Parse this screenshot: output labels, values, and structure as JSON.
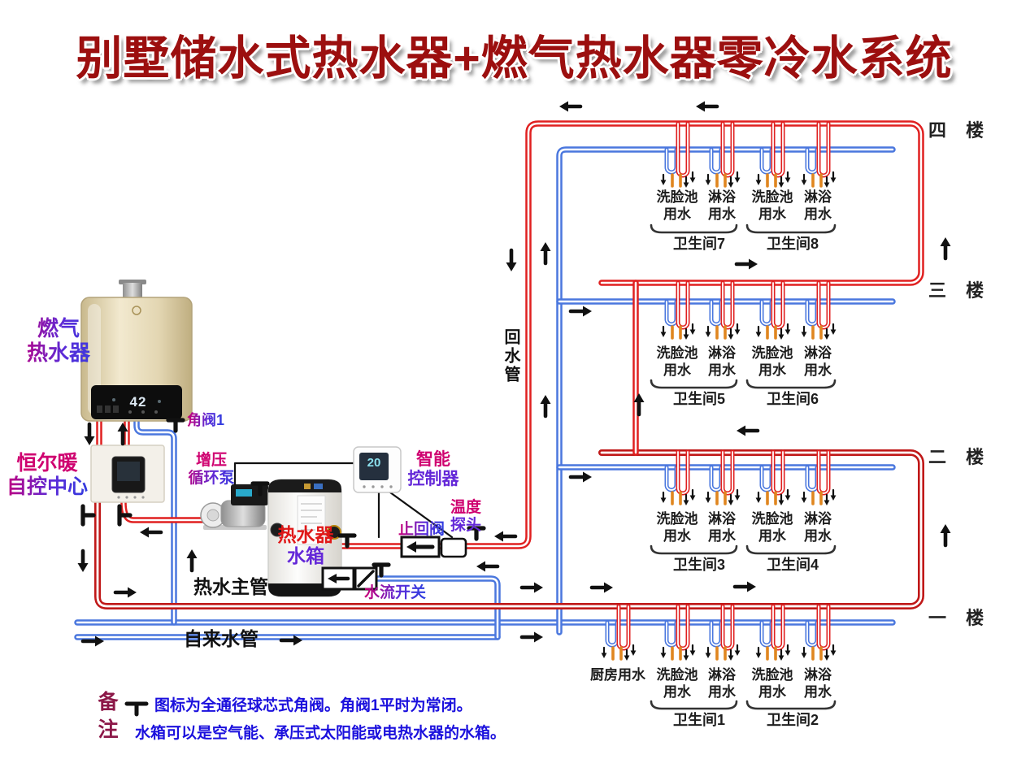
{
  "title": "别墅储水式热水器+燃气热水器零冷水系统",
  "colors": {
    "hot_pipe": "#e02020",
    "cold_pipe": "#4a77de",
    "branch_stub": "#e0861f",
    "label_gradient_start": "#c4007c",
    "label_gradient_end": "#2a3fe0",
    "note_blue": "#1b10dd",
    "remark_red": "#8c1848",
    "title_red": "#9c0f0f"
  },
  "labels": {
    "gas_heater": {
      "line1": "燃气",
      "line2": "热水器"
    },
    "control_center": {
      "line1": "恒尔暖",
      "line2": "自控中心"
    },
    "angle_valve": "角阀1",
    "booster_pump": {
      "line1": "增压",
      "line2": "循环泵"
    },
    "tank": {
      "line1": "热水器",
      "line2": "水箱"
    },
    "smart_controller": {
      "line1": "智能",
      "line2": "控制器"
    },
    "temp_probe": {
      "line1": "温度",
      "line2": "探头"
    },
    "check_valve": "止回阀",
    "flow_switch": "水流开关",
    "hot_main": "热水主管",
    "cold_main": "自来水管",
    "return_pipe": "回水管"
  },
  "displays": {
    "heater_temp": "42",
    "controller_temp": "20"
  },
  "floors": [
    {
      "name": "四 楼",
      "fixtures": [
        {
          "line1": "洗脸池",
          "line2": "用水"
        },
        {
          "line1": "淋浴",
          "line2": "用水"
        },
        {
          "line1": "洗脸池",
          "line2": "用水"
        },
        {
          "line1": "淋浴",
          "line2": "用水"
        }
      ],
      "bathrooms": [
        "卫生间7",
        "卫生间8"
      ]
    },
    {
      "name": "三 楼",
      "fixtures": [
        {
          "line1": "洗脸池",
          "line2": "用水"
        },
        {
          "line1": "淋浴",
          "line2": "用水"
        },
        {
          "line1": "洗脸池",
          "line2": "用水"
        },
        {
          "line1": "淋浴",
          "line2": "用水"
        }
      ],
      "bathrooms": [
        "卫生间5",
        "卫生间6"
      ]
    },
    {
      "name": "二 楼",
      "fixtures": [
        {
          "line1": "洗脸池",
          "line2": "用水"
        },
        {
          "line1": "淋浴",
          "line2": "用水"
        },
        {
          "line1": "洗脸池",
          "line2": "用水"
        },
        {
          "line1": "淋浴",
          "line2": "用水"
        }
      ],
      "bathrooms": [
        "卫生间3",
        "卫生间4"
      ]
    },
    {
      "name": "一 楼",
      "fixtures": [
        {
          "line1": "厨房用水",
          "line2": ""
        },
        {
          "line1": "洗脸池",
          "line2": "用水"
        },
        {
          "line1": "淋浴",
          "line2": "用水"
        },
        {
          "line1": "洗脸池",
          "line2": "用水"
        },
        {
          "line1": "淋浴",
          "line2": "用水"
        }
      ],
      "bathrooms": [
        "卫生间1",
        "卫生间2"
      ]
    }
  ],
  "notes": {
    "marker1": "备",
    "marker2": "注",
    "note1": "图标为全通径球芯式角阀。角阀1平时为常闭。",
    "note2": "水箱可以是空气能、承压式太阳能或电热水器的水箱。"
  }
}
